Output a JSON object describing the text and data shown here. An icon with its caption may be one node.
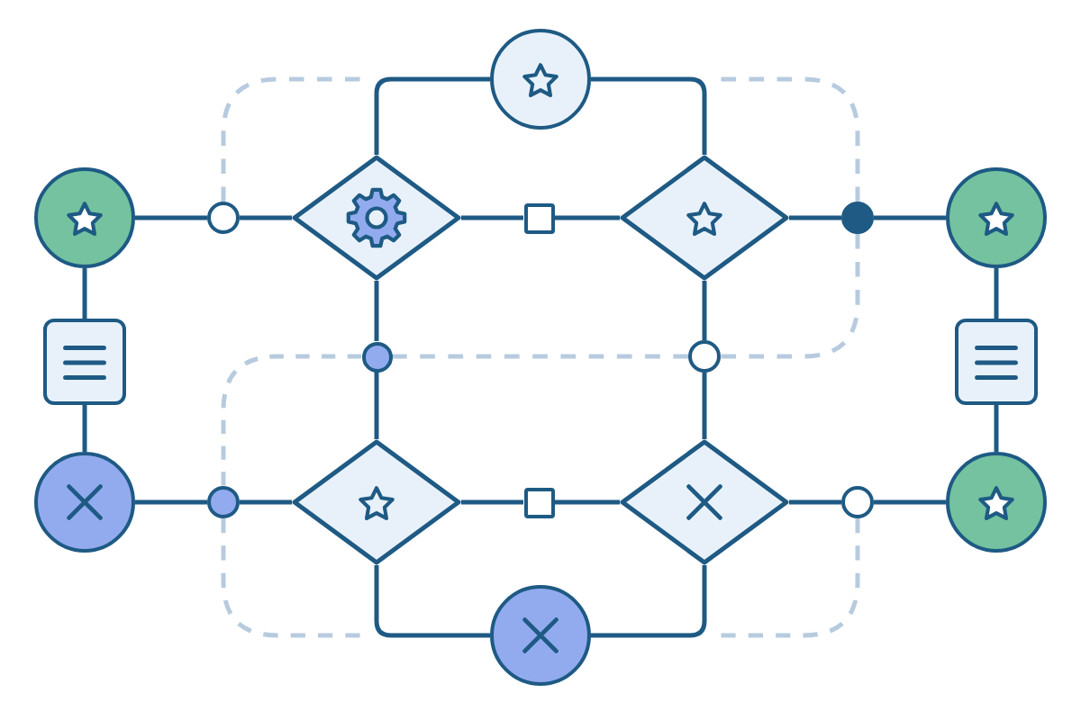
{
  "diagram": {
    "nodes": [
      {
        "text": [],
        "shape": "circle"
      },
      {
        "text": [],
        "shape": "circle"
      },
      {
        "text": [],
        "shape": "circle"
      },
      {
        "text": [],
        "shape": "diamond"
      },
      {
        "text": [],
        "shape": "box"
      },
      {
        "text": [],
        "shape": "diamond"
      },
      {
        "text": [],
        "shape": "circle"
      },
      {
        "text": [],
        "shape": "circle"
      },
      {
        "text": [],
        "shape": "box"
      },
      {
        "text": [],
        "shape": "circle"
      },
      {
        "text": [],
        "shape": "circle"
      },
      {
        "text": [],
        "shape": "box"
      },
      {
        "text": [],
        "shape": "circle"
      },
      {
        "text": [],
        "shape": "circle"
      },
      {
        "text": [],
        "shape": "diamond"
      },
      {
        "text": [],
        "shape": "box"
      },
      {
        "text": [],
        "shape": "diamond"
      },
      {
        "text": [],
        "shape": "circle"
      },
      {
        "text": [],
        "shape": "circle"
      },
      {
        "text": [],
        "shape": "circle"
      }
    ],
    "edges": [
      {
        "from": 1,
        "to": 2,
        "arrow": "none"
      },
      {
        "from": 2,
        "to": 3,
        "arrow": "none"
      },
      {
        "from": 3,
        "to": 4,
        "arrow": "none"
      },
      {
        "from": 4,
        "to": 5,
        "arrow": "none"
      },
      {
        "from": 5,
        "to": 6,
        "arrow": "none"
      },
      {
        "from": 6,
        "to": 7,
        "arrow": "none"
      },
      {
        "from": 3,
        "to": 0,
        "arrow": "none"
      },
      {
        "from": 0,
        "to": 5,
        "arrow": "none"
      },
      {
        "from": 1,
        "to": 8,
        "arrow": "none"
      },
      {
        "from": 8,
        "to": 12,
        "arrow": "none"
      },
      {
        "from": 7,
        "to": 11,
        "arrow": "none"
      },
      {
        "from": 11,
        "to": 18,
        "arrow": "none"
      },
      {
        "from": 3,
        "to": 9,
        "arrow": "none"
      },
      {
        "from": 9,
        "to": 14,
        "arrow": "none"
      },
      {
        "from": 5,
        "to": 10,
        "arrow": "none"
      },
      {
        "from": 10,
        "to": 16,
        "arrow": "none"
      },
      {
        "from": 12,
        "to": 13,
        "arrow": "none"
      },
      {
        "from": 13,
        "to": 14,
        "arrow": "none"
      },
      {
        "from": 14,
        "to": 15,
        "arrow": "none"
      },
      {
        "from": 15,
        "to": 16,
        "arrow": "none"
      },
      {
        "from": 16,
        "to": 17,
        "arrow": "none"
      },
      {
        "from": 17,
        "to": 18,
        "arrow": "none"
      },
      {
        "from": 14,
        "to": 19,
        "arrow": "none"
      },
      {
        "from": 19,
        "to": 16,
        "arrow": "none"
      },
      {
        "from": 2,
        "to": null,
        "arrow": "none",
        "style": "dashed",
        "color": "#b7cbdf"
      },
      {
        "from": 6,
        "to": null,
        "arrow": "none",
        "style": "dashed",
        "color": "#b7cbdf"
      },
      {
        "from": 6,
        "to": 10,
        "arrow": "none",
        "style": "dashed",
        "color": "#b7cbdf"
      },
      {
        "from": 10,
        "to": 9,
        "arrow": "none",
        "style": "dashed",
        "color": "#b7cbdf"
      },
      {
        "from": 9,
        "to": 13,
        "arrow": "none",
        "style": "dashed",
        "color": "#b7cbdf"
      },
      {
        "from": 13,
        "to": null,
        "arrow": "none",
        "style": "dashed",
        "color": "#b7cbdf"
      },
      {
        "from": 17,
        "to": null,
        "arrow": "none",
        "style": "dashed",
        "color": "#b7cbdf"
      }
    ]
  }
}
